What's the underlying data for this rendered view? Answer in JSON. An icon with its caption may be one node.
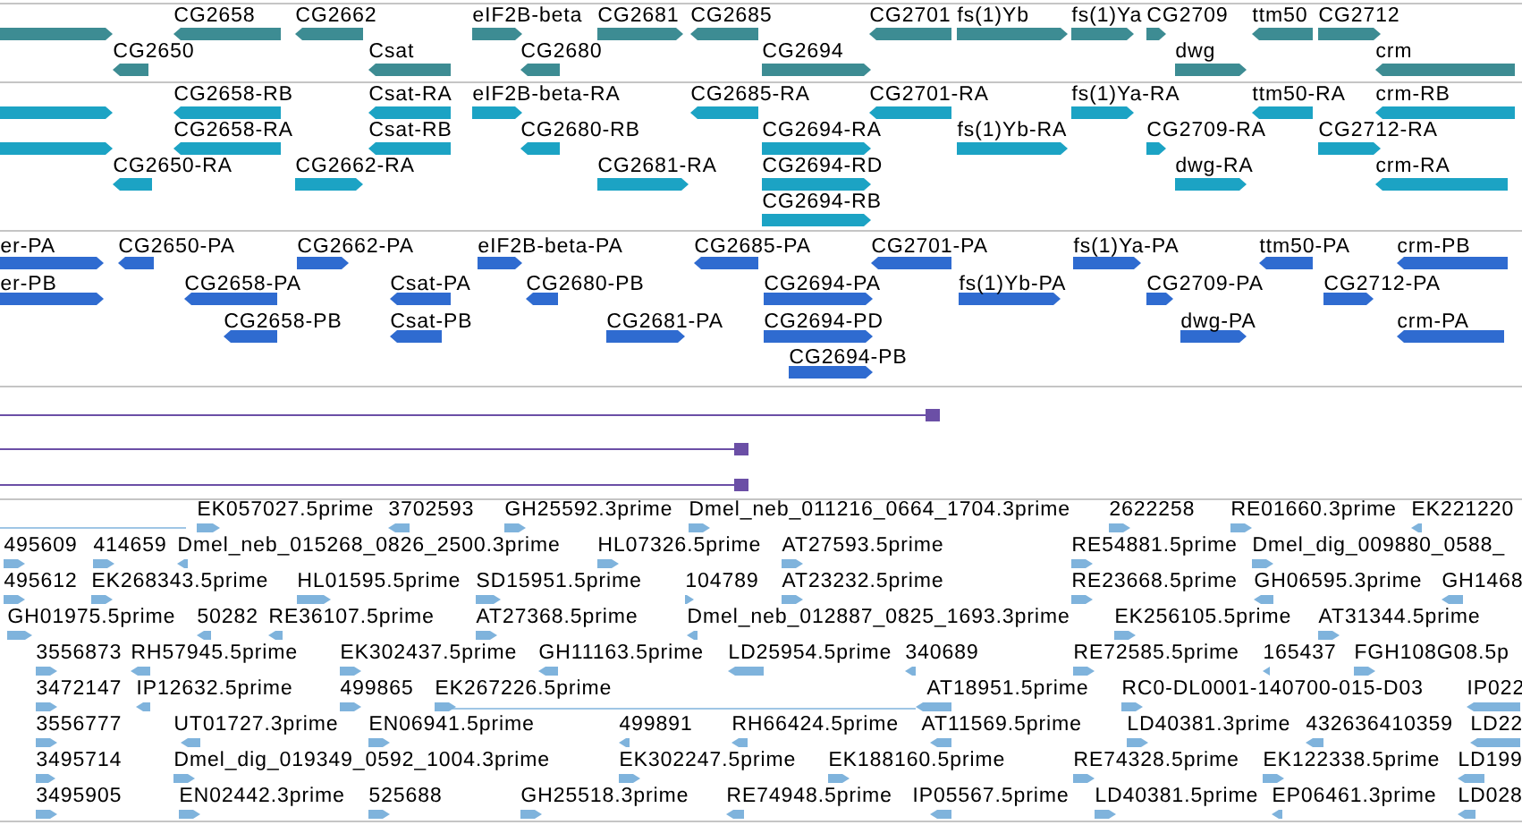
{
  "diagram": {
    "labels": [
      "CG2658",
      "CG2662",
      "eIF2B-beta",
      "CG2681",
      "CG2685",
      "CG2701",
      "fs(1)Yb",
      "fs(1)Ya",
      "CG2709",
      "ttm50",
      "CG2712",
      "CG2650",
      "Csat",
      "CG2680",
      "CG2694",
      "dwg",
      "crm",
      "CG2658-RB",
      "Csat-RA",
      "eIF2B-beta-RA",
      "CG2685-RA",
      "CG2701-RA",
      "fs(1)Ya-RA",
      "ttm50-RA",
      "crm-RB",
      "CG2658-RA",
      "Csat-RB",
      "CG2680-RB",
      "CG2694-RA",
      "fs(1)Yb-RA",
      "CG2709-RA",
      "CG2712-RA",
      "CG2650-RA",
      "CG2662-RA",
      "CG2681-RA",
      "CG2694-RD",
      "dwg-RA",
      "crm-RA",
      "CG2694-RB",
      "er-PA",
      "CG2650-PA",
      "CG2662-PA",
      "eIF2B-beta-PA",
      "CG2685-PA",
      "CG2701-PA",
      "fs(1)Ya-PA",
      "ttm50-PA",
      "crm-PB",
      "er-PB",
      "CG2658-PA",
      "Csat-PA",
      "CG2680-PB",
      "CG2694-PA",
      "fs(1)Yb-PA",
      "CG2709-PA",
      "CG2712-PA",
      "CG2658-PB",
      "Csat-PB",
      "CG2681-PA",
      "CG2694-PD",
      "dwg-PA",
      "crm-PA",
      "CG2694-PB",
      "EK057027.5prime",
      "3702593",
      "GH25592.3prime",
      "Dmel_neb_011216_0664_1704.3prime",
      "2622258",
      "RE01660.3prime",
      "EK221220",
      "495609",
      "414659",
      "Dmel_neb_015268_0826_2500.3prime",
      "HL07326.5prime",
      "AT27593.5prime",
      "RE54881.5prime",
      "Dmel_dig_009880_0588_",
      "495612",
      "EK268343.5prime",
      "HL01595.5prime",
      "SD15951.5prime",
      "104789",
      "AT23232.5prime",
      "RE23668.5prime",
      "GH06595.3prime",
      "GH1468",
      "GH01975.5prime",
      "50282",
      "RE36107.5prime",
      "AT27368.5prime",
      "Dmel_neb_012887_0825_1693.3prime",
      "EK256105.5prime",
      "AT31344.5prime",
      "3556873",
      "RH57945.5prime",
      "EK302437.5prime",
      "GH11163.5prime",
      "LD25954.5prime",
      "340689",
      "RE72585.5prime",
      "165437",
      "FGH108G08.5p",
      "3472147",
      "IP12632.5prime",
      "499865",
      "EK267226.5prime",
      "AT18951.5prime",
      "RC0-DL0001-140700-015-D03",
      "IP022",
      "3556777",
      "UT01727.3prime",
      "EN06941.5prime",
      "499891",
      "RH66424.5prime",
      "AT11569.5prime",
      "LD40381.3prime",
      "432636410359",
      "LD22",
      "3495714",
      "Dmel_dig_019349_0592_1004.3prime",
      "EK302247.5prime",
      "EK188160.5prime",
      "RE74328.5prime",
      "EK122338.5prime",
      "LD199",
      "3495905",
      "EN02442.3prime",
      "525688",
      "GH25518.3prime",
      "RE74948.5prime",
      "IP05567.5prime",
      "LD40381.5prime",
      "EP06461.3prime",
      "LD028"
    ]
  }
}
